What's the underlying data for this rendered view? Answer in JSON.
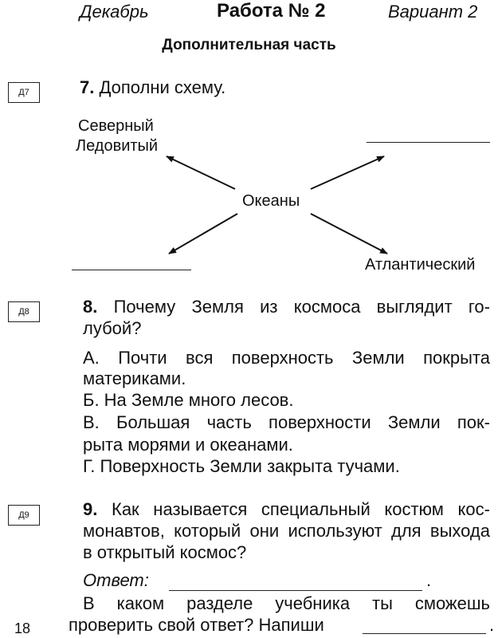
{
  "header": {
    "month": "Декабрь",
    "title": "Работа № 2",
    "variant": "Вариант 2"
  },
  "subtitle": "Дополнительная часть",
  "q7": {
    "box": "Д7",
    "number": "7.",
    "text": "Дополни схему.",
    "center": "Океаны",
    "north_line1": "Северный",
    "north_line2": "Ледовитый",
    "atlantic": "Атлантический"
  },
  "q8": {
    "box": "Д8",
    "number": "8.",
    "line1": "Почему Земля из космоса выглядит го-",
    "line2": "лубой?",
    "a_line1": "А. Почти вся поверхность Земли покрыта",
    "a_line2": "материками.",
    "b": "Б. На Земле много лесов.",
    "c_line1": "В. Большая часть поверхности Земли пок-",
    "c_line2": "рыта морями и океанами.",
    "d": "Г. Поверхность Земли закрыта тучами."
  },
  "q9": {
    "box": "Д9",
    "number": "9.",
    "line1": "Как называется специальный костюм кос-",
    "line2": "монавтов, который они используют для выхода",
    "line3": "в открытый космос?",
    "answer_label": "Ответ:",
    "period": ".",
    "section_line1": "В каком разделе учебника ты сможешь",
    "section_line2": "проверить свой ответ? Напиши",
    "period2": "."
  },
  "page_number": "18"
}
